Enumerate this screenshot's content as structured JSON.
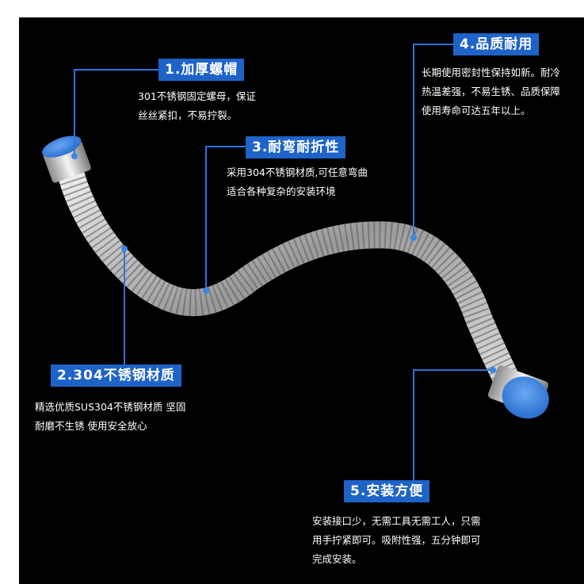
{
  "features": [
    {
      "id": "1",
      "title": "1.加厚螺帽",
      "lines": [
        "301不锈钢固定螺母，保证",
        "丝丝紧扣，不易拧裂。"
      ]
    },
    {
      "id": "2",
      "title": "2.304不锈钢材质",
      "lines": [
        "精选优质SUS304不锈钢材质 坚固",
        "耐磨不生锈 使用安全放心"
      ]
    },
    {
      "id": "3",
      "title": "3.耐弯耐折性",
      "lines": [
        "采用304不锈钢材质,可任意弯曲",
        "适合各种复杂的安装环境"
      ]
    },
    {
      "id": "4",
      "title": "4.品质耐用",
      "lines": [
        "长期使用密封性保持如新。耐冷",
        "热温差强，不易生锈、品质保障",
        "使用寿命可达五年以上。"
      ]
    },
    {
      "id": "5",
      "title": "5.安装方便",
      "lines": [
        "安装接口少，无需工具无需工人，只需",
        "用手拧紧即可。吸附性强，五分钟即可",
        "完成安装。"
      ]
    }
  ],
  "colors": {
    "background": "#000000",
    "accent": "#1e63c8",
    "cap": "#3d86e6",
    "line": "#2f74d8"
  }
}
